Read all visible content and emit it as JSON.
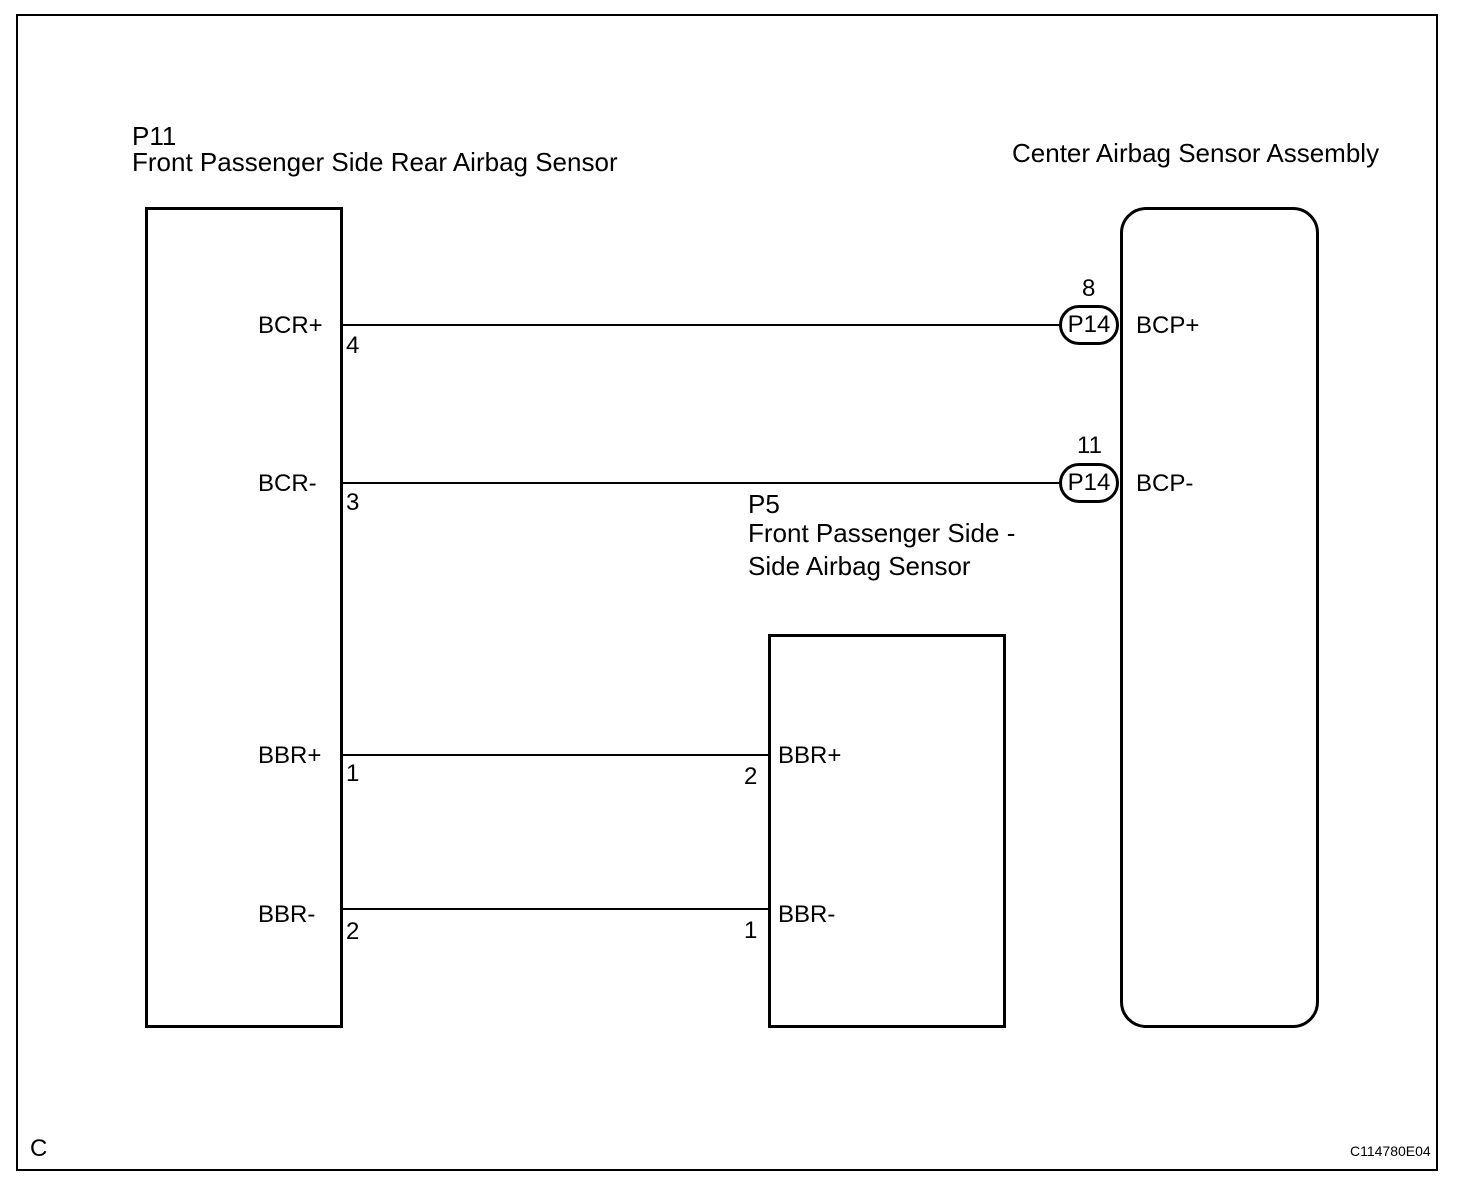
{
  "corner_label": "C",
  "figure_id": "C114780E04",
  "components": {
    "rear_sensor": {
      "code": "P11",
      "name": "Front Passenger Side Rear Airbag Sensor"
    },
    "side_sensor": {
      "code": "P5",
      "name_line1": "Front Passenger Side -",
      "name_line2": "Side Airbag Sensor"
    },
    "center_assembly": {
      "name": "Center Airbag Sensor Assembly"
    }
  },
  "rear_sensor_terminals": [
    {
      "signal": "BCR+",
      "pin": "4"
    },
    {
      "signal": "BCR-",
      "pin": "3"
    },
    {
      "signal": "BBR+",
      "pin": "1"
    },
    {
      "signal": "BBR-",
      "pin": "2"
    }
  ],
  "side_sensor_terminals": [
    {
      "signal": "BBR+",
      "pin": "2"
    },
    {
      "signal": "BBR-",
      "pin": "1"
    }
  ],
  "center_terminals": [
    {
      "signal": "BCP+",
      "pin": "8",
      "connector": "P14"
    },
    {
      "signal": "BCP-",
      "pin": "11",
      "connector": "P14"
    }
  ]
}
